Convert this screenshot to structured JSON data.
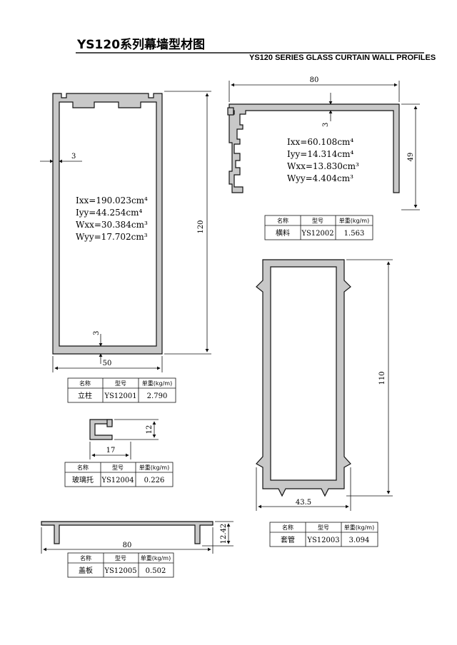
{
  "header": {
    "title_cn": "YS120系列幕墙型材图",
    "title_en": "YS120 SERIES GLASS CURTAIN WALL PROFILES"
  },
  "table_headers": {
    "name": "名称",
    "model": "型号",
    "weight": "单重(kg/m)"
  },
  "profiles": {
    "mullion": {
      "name": "立柱",
      "model": "YS12001",
      "weight": "2.790",
      "dim_height": "120",
      "dim_width": "50",
      "dim_wall_left": "3",
      "dim_wall_bottom": "3",
      "props": [
        "Ixx=190.023cm⁴",
        "Iyy=44.254cm⁴",
        "Wxx=30.384cm³",
        "Wyy=17.702cm³"
      ]
    },
    "transom": {
      "name": "横料",
      "model": "YS12002",
      "weight": "1.563",
      "dim_width": "80",
      "dim_height": "49",
      "dim_wall": "3",
      "props": [
        "Ixx=60.108cm⁴",
        "Iyy=14.314cm⁴",
        "Wxx=13.830cm³",
        "Wyy=4.404cm³"
      ]
    },
    "sleeve": {
      "name": "套管",
      "model": "YS12003",
      "weight": "3.094",
      "dim_height": "110",
      "dim_width": "43.5"
    },
    "glass_holder": {
      "name": "玻璃托",
      "model": "YS12004",
      "weight": "0.226",
      "dim_width": "17",
      "dim_height": "12"
    },
    "cover": {
      "name": "盖板",
      "model": "YS12005",
      "weight": "0.502",
      "dim_width": "80",
      "dim_height": "12.42"
    }
  }
}
